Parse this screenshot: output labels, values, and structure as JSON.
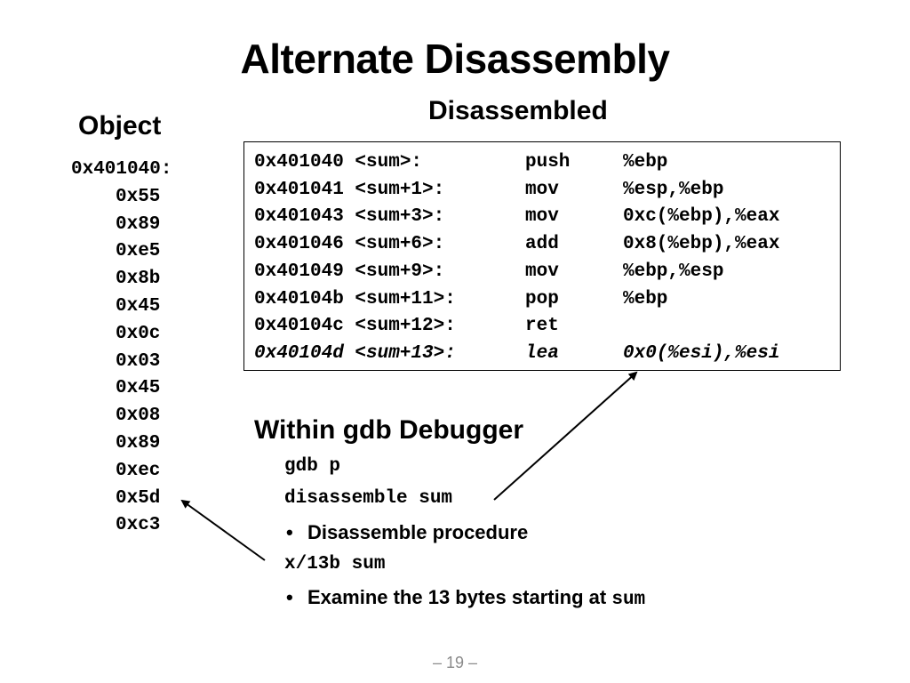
{
  "slide": {
    "title": "Alternate Disassembly",
    "page_number": "– 19 –"
  },
  "object": {
    "heading": "Object",
    "address": "0x401040:",
    "bytes": [
      "0x55",
      "0x89",
      "0xe5",
      "0x8b",
      "0x45",
      "0x0c",
      "0x03",
      "0x45",
      "0x08",
      "0x89",
      "0xec",
      "0x5d",
      "0xc3"
    ]
  },
  "disassembled": {
    "heading": "Disassembled",
    "rows": [
      {
        "addr": "0x401040 <sum>:",
        "op": "push",
        "args": "%ebp"
      },
      {
        "addr": "0x401041 <sum+1>:",
        "op": "mov",
        "args": "%esp,%ebp"
      },
      {
        "addr": "0x401043 <sum+3>:",
        "op": "mov",
        "args": "0xc(%ebp),%eax"
      },
      {
        "addr": "0x401046 <sum+6>:",
        "op": "add",
        "args": "0x8(%ebp),%eax"
      },
      {
        "addr": "0x401049 <sum+9>:",
        "op": "mov",
        "args": "%ebp,%esp"
      },
      {
        "addr": "0x40104b <sum+11>:",
        "op": "pop",
        "args": "%ebp"
      },
      {
        "addr": "0x40104c <sum+12>:",
        "op": "ret",
        "args": ""
      },
      {
        "addr": "0x40104d <sum+13>:",
        "op": "lea",
        "args": "0x0(%esi),%esi"
      }
    ]
  },
  "gdb": {
    "heading": "Within gdb Debugger",
    "command1": "gdb p",
    "command2": "disassemble sum",
    "bullet1": "Disassemble procedure",
    "command3": "x/13b sum",
    "bullet2_text": "Examine the 13 bytes starting at ",
    "bullet2_code": "sum",
    "bullet_glyph": "•"
  },
  "colors": {
    "text": "#000000",
    "page_number": "#8a8a8a",
    "background": "#ffffff"
  }
}
